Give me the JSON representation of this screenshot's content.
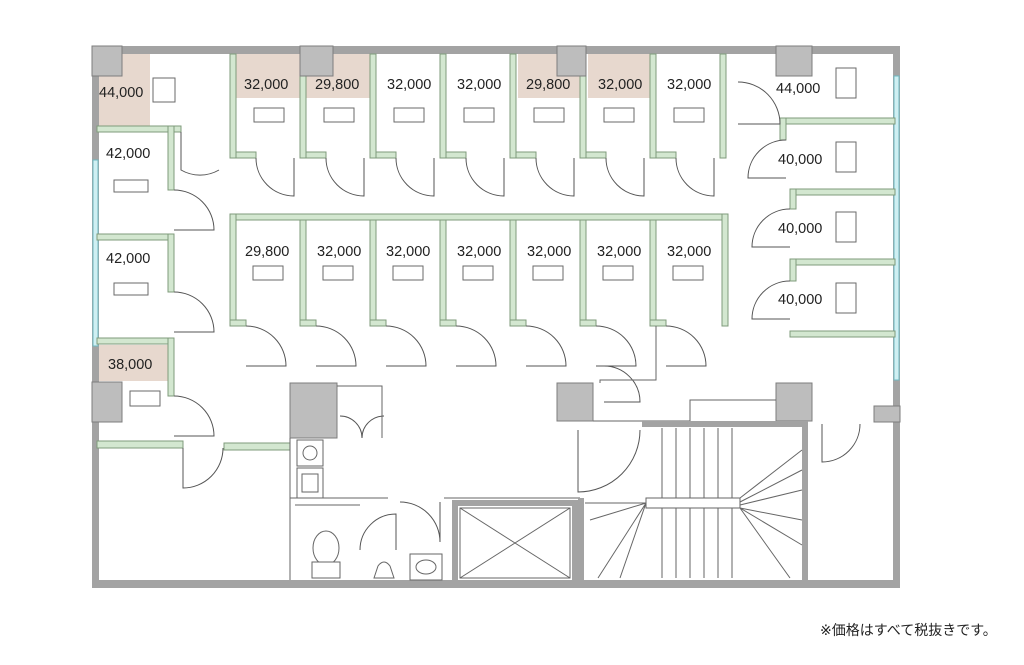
{
  "note": "※価格はすべて税抜きです。",
  "rooms": {
    "r01": "44,000",
    "r02": "32,000",
    "r03": "29,800",
    "r04": "32,000",
    "r05": "32,000",
    "r06": "29,800",
    "r07": "32,000",
    "r08": "32,000",
    "r09": "44,000",
    "r10": "42,000",
    "r11": "40,000",
    "r12": "40,000",
    "r13": "42,000",
    "r14": "40,000",
    "r15": "29,800",
    "r16": "32,000",
    "r17": "32,000",
    "r18": "32,000",
    "r19": "32,000",
    "r20": "32,000",
    "r21": "32,000",
    "r22": "38,000"
  },
  "colors": {
    "highlighted_room": "#e7d8ce",
    "partition": "#d3e7d0",
    "wall": "#a3a3a3",
    "window": "#cfeff2"
  }
}
